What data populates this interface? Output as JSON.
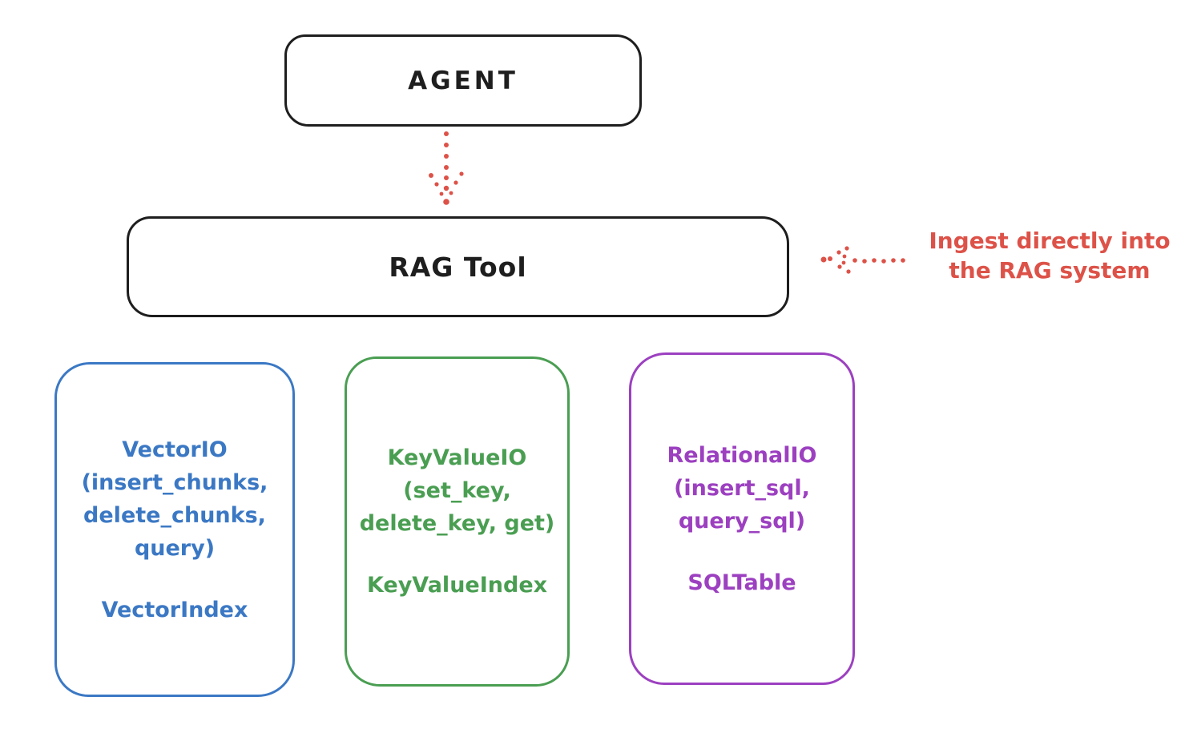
{
  "agent": {
    "label": "AGENT"
  },
  "rag_tool": {
    "label": "RAG Tool"
  },
  "annotation": {
    "line1": "Ingest directly into",
    "line2": "the RAG system"
  },
  "backends": [
    {
      "name": "vector-io",
      "accent": "#3b78c4",
      "lines": [
        "VectorIO",
        "(insert_chunks,",
        "delete_chunks,",
        "query)"
      ],
      "index": "VectorIndex"
    },
    {
      "name": "keyvalue-io",
      "accent": "#4a9e52",
      "lines": [
        "KeyValueIO",
        "(set_key,",
        "delete_key, get)"
      ],
      "index": "KeyValueIndex"
    },
    {
      "name": "relational-io",
      "accent": "#9c40c0",
      "lines": [
        "RelationalIO",
        "(insert_sql,",
        "query_sql)"
      ],
      "index": "SQLTable"
    }
  ],
  "colors": {
    "ink": "#1e1e1e",
    "red": "#dd5248",
    "background": "#ffffff"
  }
}
